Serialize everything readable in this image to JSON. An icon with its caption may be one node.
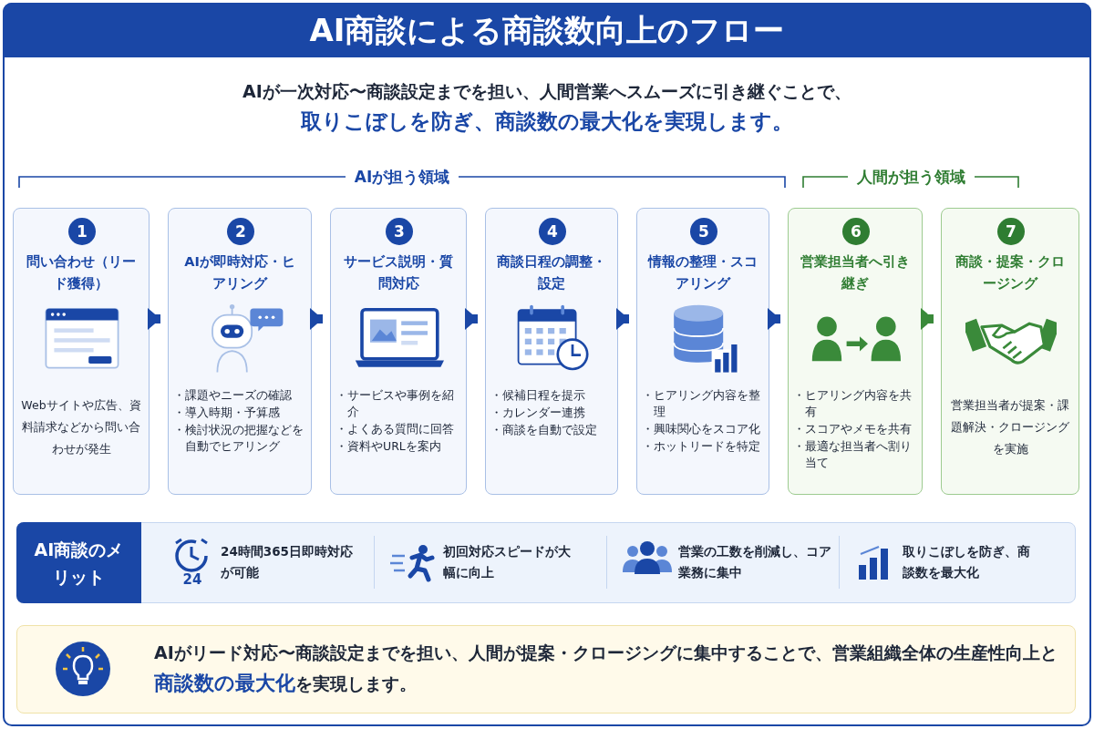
{
  "diagram": {
    "title": "AI商談による商談数向上のフロー",
    "nodes": [
      {
        "text": [
          "1",
          "問い合わせ（リード獲得）",
          "Webサイトや広告、資料請求などから問い合わせが発生"
        ]
      },
      {
        "text": [
          "2",
          "AIが即時対応・ヒアリング",
          "・課題やニーズの確認",
          "・導入時期・予算感",
          "・検討状況の把握などを自動でヒアリング"
        ]
      },
      {
        "text": [
          "3",
          "サービス説明・質問対応",
          "・サービスや事例を紹介",
          "・よくある質問に回答",
          "・資料やURLを案内"
        ]
      },
      {
        "text": [
          "4",
          "商談日程の調整・設定",
          "・候補日程を提示",
          "・カレンダー連携",
          "・商談を自動で設定"
        ]
      },
      {
        "text": [
          "5",
          "情報の整理・スコアリング",
          "・ヒアリング内容を整理",
          "・興味関心をスコア化",
          "・ホットリードを特定"
        ]
      },
      {
        "text": [
          "6",
          "営業担当者へ引き継ぎ",
          "・ヒアリング内容を共有",
          "・スコアやメモを共有",
          "・最適な担当者へ割り当て"
        ]
      },
      {
        "text": [
          "7",
          "商談・提案・クロージング",
          "営業担当者が提案・課題解決・クロージングを実施"
        ]
      },
      {
        "text": [
          "AI商談のメリット"
        ]
      },
      {
        "text": [
          "AIがリード対応〜商談設定までを担い、人間が提案・クロージングに集中することで、営業組織全体の生産性向上と**商談数の最大化**を実現します。"
        ]
      }
    ],
    "edges": [
      {
        "from": 0,
        "to": 1,
        "arrow": "to"
      },
      {
        "from": 1,
        "to": 2,
        "arrow": "to"
      },
      {
        "from": 2,
        "to": 3,
        "arrow": "to"
      },
      {
        "from": 3,
        "to": 4,
        "arrow": "to"
      },
      {
        "from": 4,
        "to": 5,
        "arrow": "to"
      },
      {
        "from": 5,
        "to": 6,
        "arrow": "to",
        "color": "#3a8a3a"
      }
    ],
    "labels": [
      "AIが一次対応〜商談設定までを担い、人間営業へスムーズに引き継ぐことで、",
      "取りこぼしを防ぎ、商談数の最大化を実現します。",
      "AIが担う領域",
      "人間が担う領域",
      "24",
      "24時間365日即時対応が可能",
      "初回対応スピードが大幅に向上",
      "営業の工数を削減し、コア業務に集中",
      "取りこぼしを防ぎ、商談数を最大化"
    ]
  }
}
